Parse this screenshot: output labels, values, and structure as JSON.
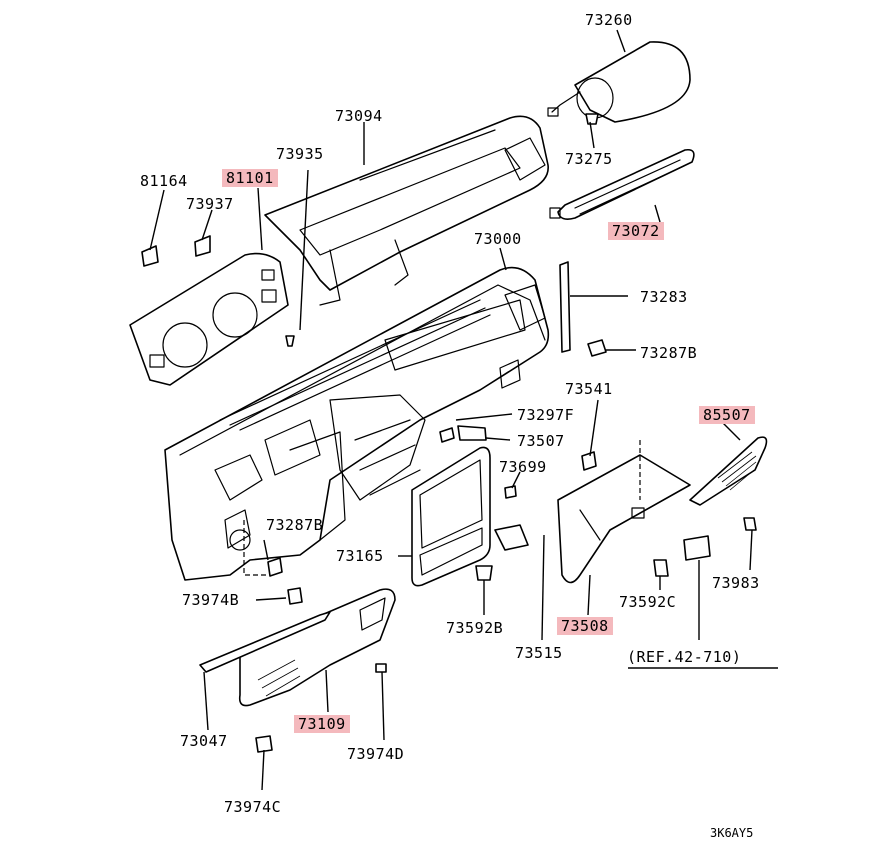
{
  "highlight_color": "#f4b9bd",
  "labels": {
    "p73260": "73260",
    "p73094": "73094",
    "p73935": "73935",
    "p81164": "81164",
    "p81101": "81101",
    "p73937": "73937",
    "p73275": "73275",
    "p73072": "73072",
    "p73000": "73000",
    "p73283": "73283",
    "p73287B_right": "73287B",
    "p73541": "73541",
    "p73297F": "73297F",
    "p73507": "73507",
    "p85507": "85507",
    "p73699": "73699",
    "p73287B_left": "73287B",
    "p73165": "73165",
    "p73983": "73983",
    "p73592C": "73592C",
    "p73974B": "73974B",
    "p73592B": "73592B",
    "p73508": "73508",
    "p73515": "73515",
    "ref": "(REF.42-710)",
    "p73047": "73047",
    "p73109": "73109",
    "p73974D": "73974D",
    "p73974C": "73974C"
  },
  "highlighted_parts": [
    "81101",
    "73072",
    "85507",
    "73508",
    "73109"
  ],
  "diagram_code": "3K6AY5"
}
